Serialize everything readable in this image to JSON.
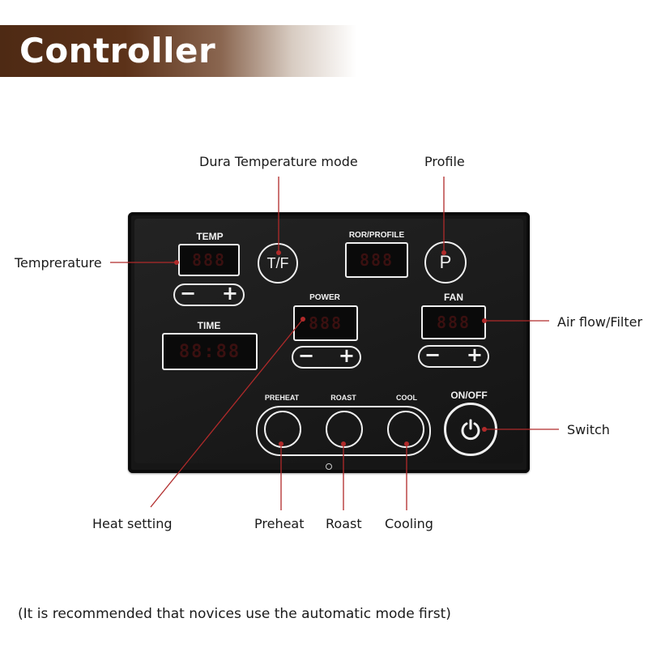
{
  "title": "Controller",
  "callouts": {
    "dura_temperature_mode": "Dura Temperature mode",
    "profile": "Profile",
    "temperature": "Temprerature",
    "air_flow": "Air flow/Filter",
    "switch": "Switch",
    "heat_setting": "Heat setting",
    "preheat": "Preheat",
    "roast": "Roast",
    "cooling": "Cooling"
  },
  "panel": {
    "temp_label": "TEMP",
    "time_label": "TIME",
    "ror_label": "ROR/PROFILE",
    "power_label": "POWER",
    "fan_label": "FAN",
    "preheat_label": "PREHEAT",
    "roast_label": "ROAST",
    "cool_label": "COOL",
    "onoff_label": "ON/OFF",
    "tf_button": "T/F",
    "p_button": "P",
    "minus": "−",
    "plus": "+",
    "displays": {
      "temp": "888",
      "time": "88:88",
      "ror": "888",
      "power": "888",
      "fan": "888"
    }
  },
  "note": "(It is recommended that novices use the automatic mode first)",
  "colors": {
    "banner_dark": "#4e2a14",
    "leader_line": "#b02a2a",
    "panel": "#161616"
  },
  "icons": [
    "power-icon"
  ]
}
